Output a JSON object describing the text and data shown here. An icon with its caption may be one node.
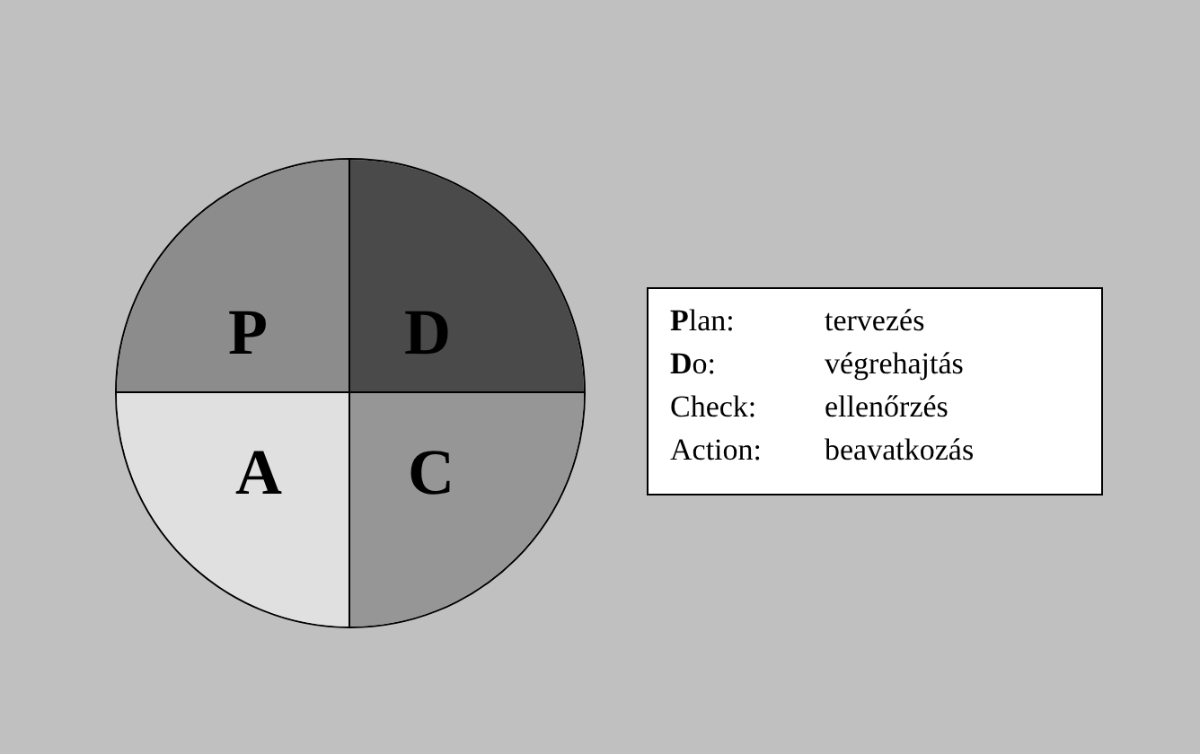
{
  "diagram": {
    "nodes": [
      {
        "text": [],
        "shape": "circle"
      },
      {
        "text": [
          "P"
        ],
        "in": 0
      },
      {
        "text": [
          "D"
        ],
        "in": 0
      },
      {
        "text": [
          "A"
        ],
        "in": 0
      },
      {
        "text": [
          "C"
        ],
        "in": 0
      },
      {
        "text": [
          "**P**lan:",
          "tervezés",
          "**D**o:",
          "végrehajtás",
          "Check:",
          "ellenőrzés",
          "Action:",
          "beavatkozás"
        ]
      }
    ],
    "edges": []
  }
}
